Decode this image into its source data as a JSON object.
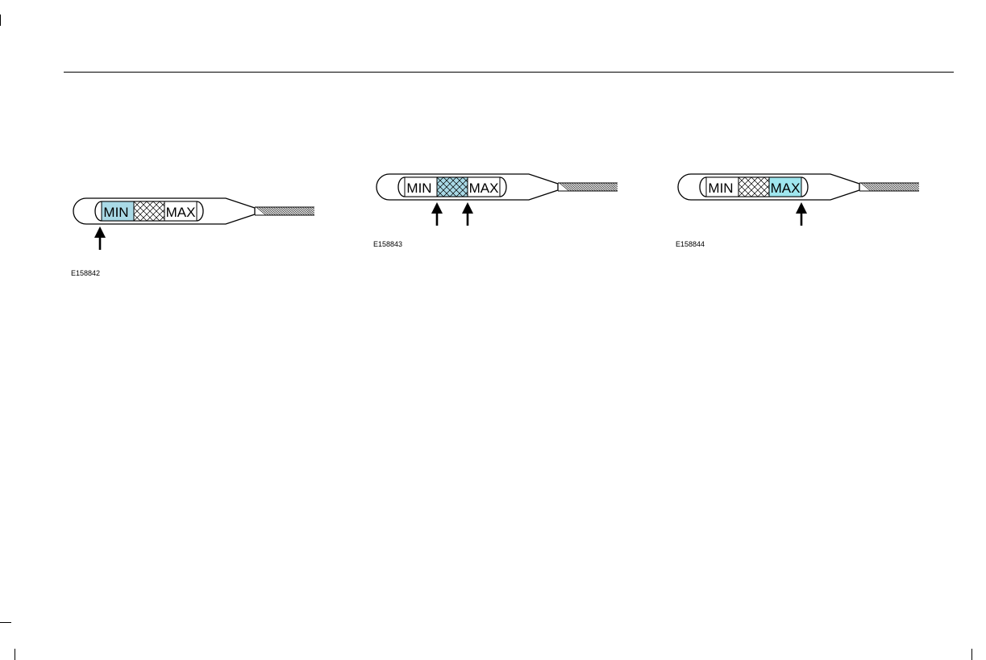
{
  "figures": [
    {
      "code": "E158842",
      "min_label": "MIN",
      "max_label": "MAX",
      "highlight": "min",
      "highlight_color": "#a9d9e6",
      "arrow_count": 1
    },
    {
      "code": "E158843",
      "min_label": "MIN",
      "max_label": "MAX",
      "highlight": "middle",
      "highlight_color": "#a9d9e6",
      "arrow_count": 2
    },
    {
      "code": "E158844",
      "min_label": "MIN",
      "max_label": "MAX",
      "highlight": "max",
      "highlight_color": "#9fe6ee",
      "arrow_count": 1
    }
  ]
}
